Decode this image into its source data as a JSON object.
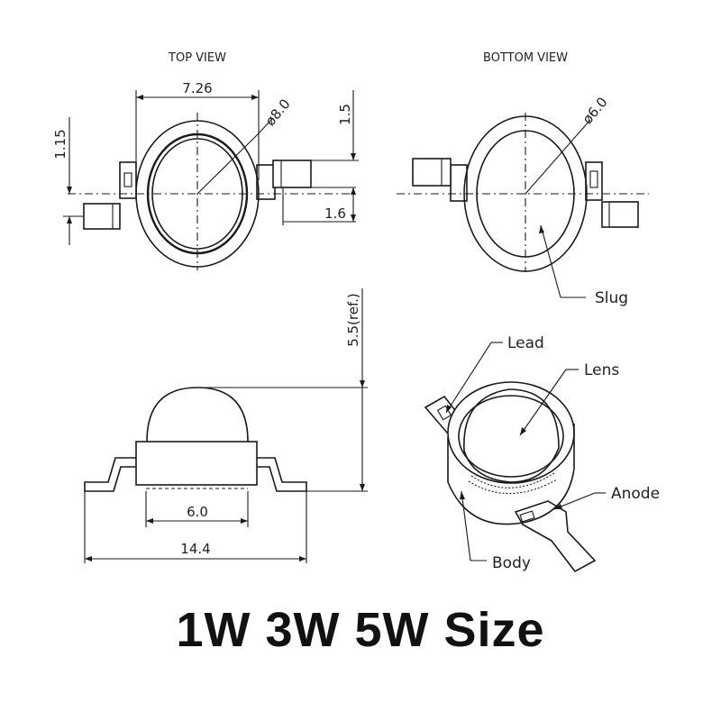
{
  "views": {
    "top_view": "TOP VIEW",
    "bottom_view": "BOTTOM VIEW"
  },
  "dimensions": {
    "width_726": "7.26",
    "dia_80": "ø8.0",
    "dim_15": "1.5",
    "dim_115": "1.15",
    "dim_16": "1.6",
    "dia_60": "ø6.0",
    "height_ref": "5.5(ref.)",
    "base_60": "6.0",
    "total_144": "14.4"
  },
  "callouts": {
    "slug": "Slug",
    "lead": "Lead",
    "lens": "Lens",
    "anode": "Anode",
    "body": "Body"
  },
  "caption": "1W 3W 5W Size"
}
